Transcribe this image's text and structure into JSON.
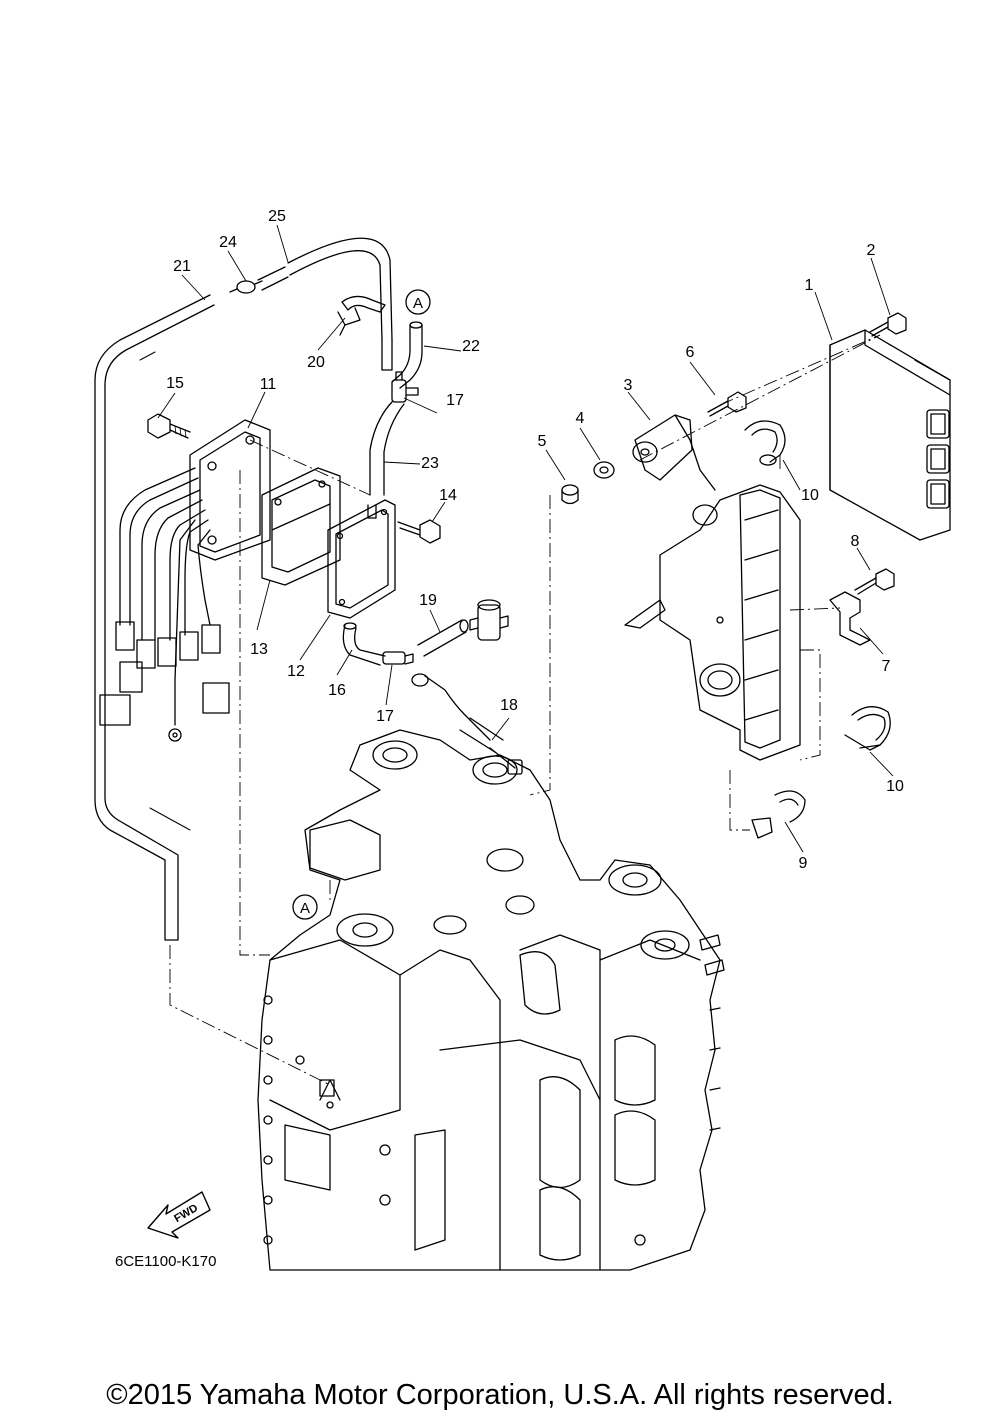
{
  "diagram": {
    "callouts": [
      {
        "id": "c1",
        "label": "1"
      },
      {
        "id": "c2",
        "label": "2"
      },
      {
        "id": "c3",
        "label": "3"
      },
      {
        "id": "c4",
        "label": "4"
      },
      {
        "id": "c5",
        "label": "5"
      },
      {
        "id": "c6",
        "label": "6"
      },
      {
        "id": "c7",
        "label": "7"
      },
      {
        "id": "c8",
        "label": "8"
      },
      {
        "id": "c9",
        "label": "9"
      },
      {
        "id": "c10a",
        "label": "10"
      },
      {
        "id": "c10b",
        "label": "10"
      },
      {
        "id": "c11",
        "label": "11"
      },
      {
        "id": "c12",
        "label": "12"
      },
      {
        "id": "c13",
        "label": "13"
      },
      {
        "id": "c14",
        "label": "14"
      },
      {
        "id": "c15",
        "label": "15"
      },
      {
        "id": "c16",
        "label": "16"
      },
      {
        "id": "c17a",
        "label": "17"
      },
      {
        "id": "c17b",
        "label": "17"
      },
      {
        "id": "c18",
        "label": "18"
      },
      {
        "id": "c19",
        "label": "19"
      },
      {
        "id": "c20",
        "label": "20"
      },
      {
        "id": "c21",
        "label": "21"
      },
      {
        "id": "c22",
        "label": "22"
      },
      {
        "id": "c23",
        "label": "23"
      },
      {
        "id": "c24",
        "label": "24"
      },
      {
        "id": "c25",
        "label": "25"
      }
    ],
    "ref_marks": [
      "A",
      "A"
    ],
    "fwd_label": "FWD",
    "part_code": "6CE1100-K170",
    "line_color": "#000000"
  },
  "footer": {
    "copyright": "©2015 Yamaha Motor Corporation, U.S.A. All rights reserved."
  }
}
